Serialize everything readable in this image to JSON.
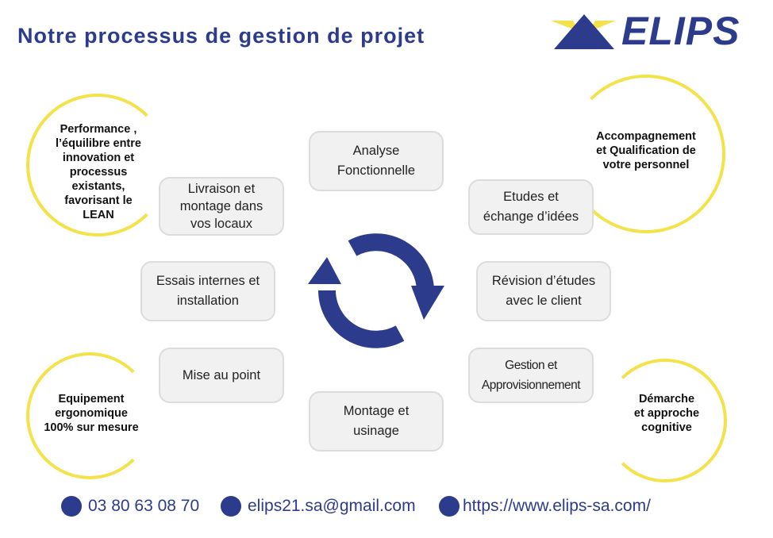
{
  "header": {
    "title": "Notre processus de gestion de projet"
  },
  "logo": {
    "text": "ELIPS"
  },
  "steps": [
    "Analyse\nFonctionnelle",
    "Etudes et\néchange d’idées",
    "Révision d’études\navec le client",
    "Gestion et\nApprovisionnement",
    "Montage et\nusinage",
    "Mise au point",
    "Essais internes et\ninstallation",
    "Livraison et\nmontage dans\nvos locaux"
  ],
  "notes": [
    "Performance ,\nl’équilibre entre\ninnovation et\nprocessus\nexistants,\nfavorisant le\nLEAN",
    "Accompagnement\net Qualification de\nvotre personnel",
    "Equipement\nergonomique\n100% sur mesure",
    "Démarche\net approche\ncognitive"
  ],
  "footer": {
    "phone": "03 80 63 08 70",
    "email": "elips21.sa@gmail.com",
    "website": "https://www.elips-sa.com/"
  },
  "colors": {
    "brand_blue": "#2d3b8c",
    "accent_yellow": "#f3e24a",
    "box_fill": "#f1f1f1"
  }
}
